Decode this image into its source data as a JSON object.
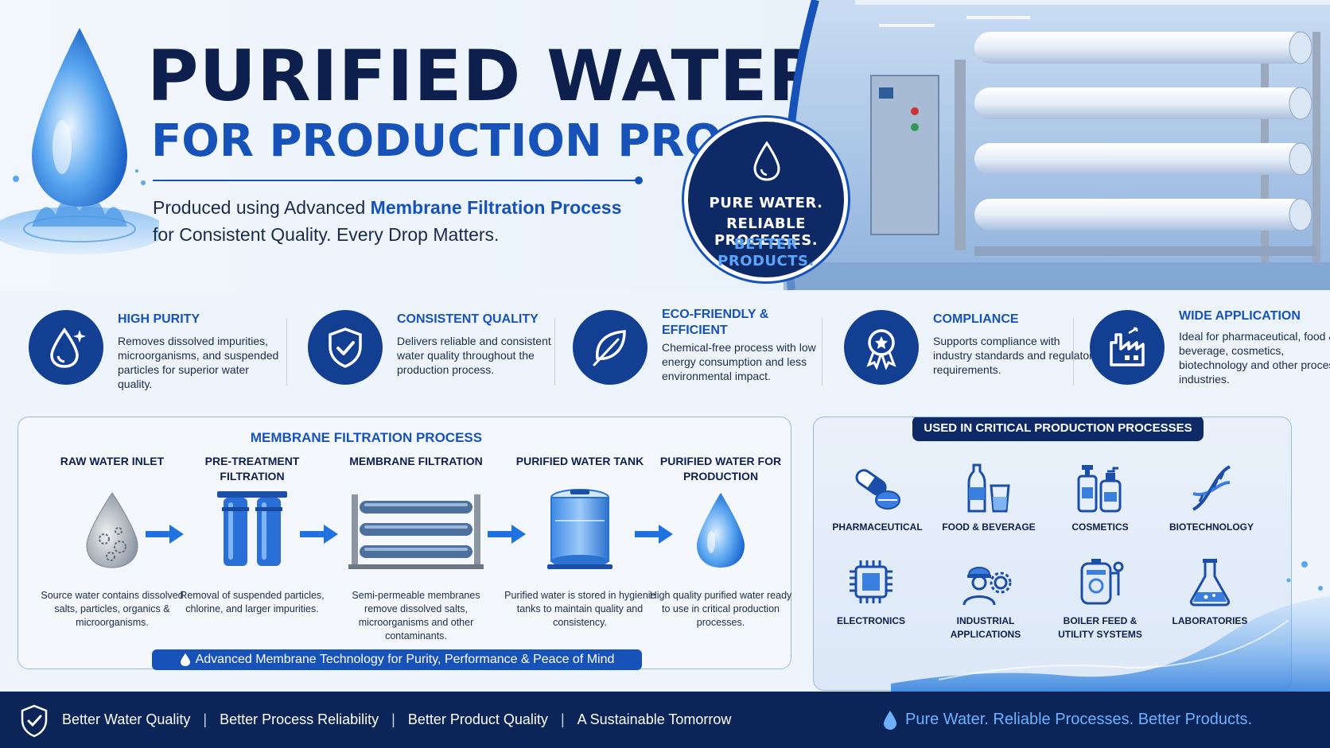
{
  "hero": {
    "title_line1": "PURIFIED WATER",
    "title_line2": "FOR PRODUCTION PROCESS",
    "subtitle_pre": "Produced using Advanced ",
    "subtitle_highlight": "Membrane Filtration Process",
    "subtitle_line2": "for Consistent Quality. Every Drop Matters."
  },
  "badge": {
    "line1": "PURE WATER.",
    "line2": "RELIABLE PROCESSES.",
    "line3": "BETTER PRODUCTS."
  },
  "features": [
    {
      "icon": "water-drop-icon",
      "title": "HIGH PURITY",
      "desc": "Removes dissolved impurities, microorganisms, and suspended particles for superior water quality."
    },
    {
      "icon": "shield-check-icon",
      "title": "CONSISTENT QUALITY",
      "desc": "Delivers reliable and consistent water quality throughout the production process."
    },
    {
      "icon": "leaf-icon",
      "title": "ECO-FRIENDLY & EFFICIENT",
      "desc": "Chemical-free process with low energy consumption and less environmental impact."
    },
    {
      "icon": "award-ribbon-icon",
      "title": "COMPLIANCE",
      "desc": "Supports compliance with industry standards and regulatory requirements."
    },
    {
      "icon": "factory-icon",
      "title": "WIDE APPLICATION",
      "desc": "Ideal for pharmaceutical, food & beverage, cosmetics, biotechnology and other process industries."
    }
  ],
  "process": {
    "title": "MEMBRANE FILTRATION PROCESS",
    "steps": [
      {
        "title": "RAW WATER INLET",
        "desc": "Source water contains dissolved salts, particles, organics & microorganisms."
      },
      {
        "title": "PRE-TREATMENT FILTRATION",
        "desc": "Removal of suspended particles, chlorine, and larger impurities."
      },
      {
        "title": "MEMBRANE FILTRATION",
        "desc": "Semi-permeable membranes remove dissolved salts, microorganisms and other contaminants."
      },
      {
        "title": "PURIFIED WATER TANK",
        "desc": "Purified water is stored in hygienic tanks to maintain quality and consistency."
      },
      {
        "title": "PURIFIED WATER FOR PRODUCTION",
        "desc": "High quality purified water ready to use in critical production processes."
      }
    ],
    "banner": "Advanced Membrane Technology for Purity, Performance & Peace of Mind"
  },
  "industries": {
    "heading": "USED IN CRITICAL PRODUCTION PROCESSES",
    "items": [
      {
        "icon": "capsule-icon",
        "label": "PHARMACEUTICAL"
      },
      {
        "icon": "bottle-glass-icon",
        "label": "FOOD & BEVERAGE"
      },
      {
        "icon": "cosmetic-bottles-icon",
        "label": "COSMETICS"
      },
      {
        "icon": "dna-icon",
        "label": "BIOTECHNOLOGY"
      },
      {
        "icon": "chip-icon",
        "label": "ELECTRONICS"
      },
      {
        "icon": "worker-gear-icon",
        "label": "INDUSTRIAL APPLICATIONS"
      },
      {
        "icon": "boiler-icon",
        "label": "BOILER FEED & UTILITY SYSTEMS"
      },
      {
        "icon": "flask-icon",
        "label": "LABORATORIES"
      }
    ]
  },
  "footer": {
    "items": [
      "Better Water Quality",
      "Better Process Reliability",
      "Better Product Quality",
      "A Sustainable Tomorrow"
    ],
    "separator": "|",
    "tagline": "Pure Water. Reliable Processes. Better Products."
  },
  "colors": {
    "navy": "#0b2559",
    "brand_blue": "#1652b8",
    "accent_light": "#6fb1ff",
    "background": "#eef4fb"
  }
}
